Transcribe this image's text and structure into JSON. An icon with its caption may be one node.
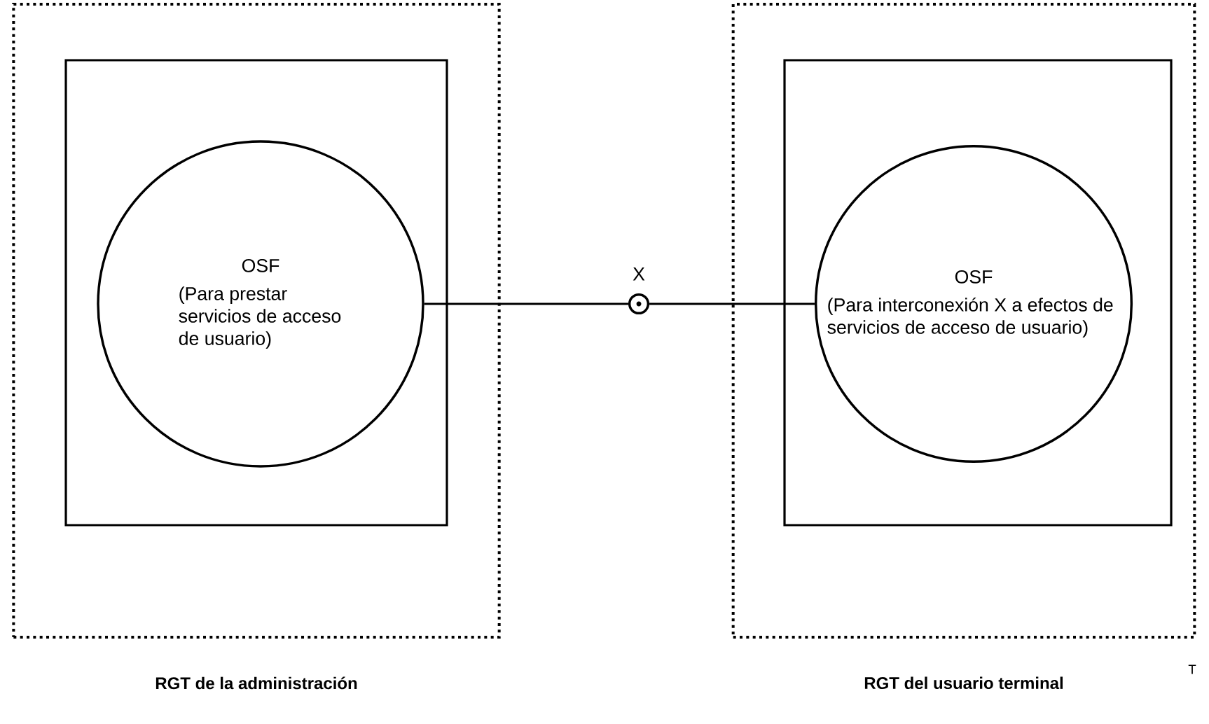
{
  "diagram": {
    "nodes": [
      {
        "text": [
          "RGT de la administración"
        ]
      },
      {
        "text": [],
        "shape": "box",
        "in": 0
      },
      {
        "text": [
          "OSF",
          "(Para prestar servicios de acceso de usuario)"
        ],
        "in": 1
      },
      {
        "text": [
          "RGT del usuario terminal"
        ]
      },
      {
        "text": [],
        "shape": "box",
        "in": 3
      },
      {
        "text": [
          "OSF",
          "(Para interconexión X a efectos de servicios de acceso de usuario)"
        ],
        "in": 4
      },
      {
        "text": [],
        "shape": "circle",
        "beside": [
          "X"
        ]
      }
    ],
    "edges": [
      {
        "from": 2,
        "to": 6,
        "arrow": "none"
      },
      {
        "from": 6,
        "to": 5,
        "arrow": "none"
      }
    ],
    "labels": [
      "T"
    ]
  }
}
